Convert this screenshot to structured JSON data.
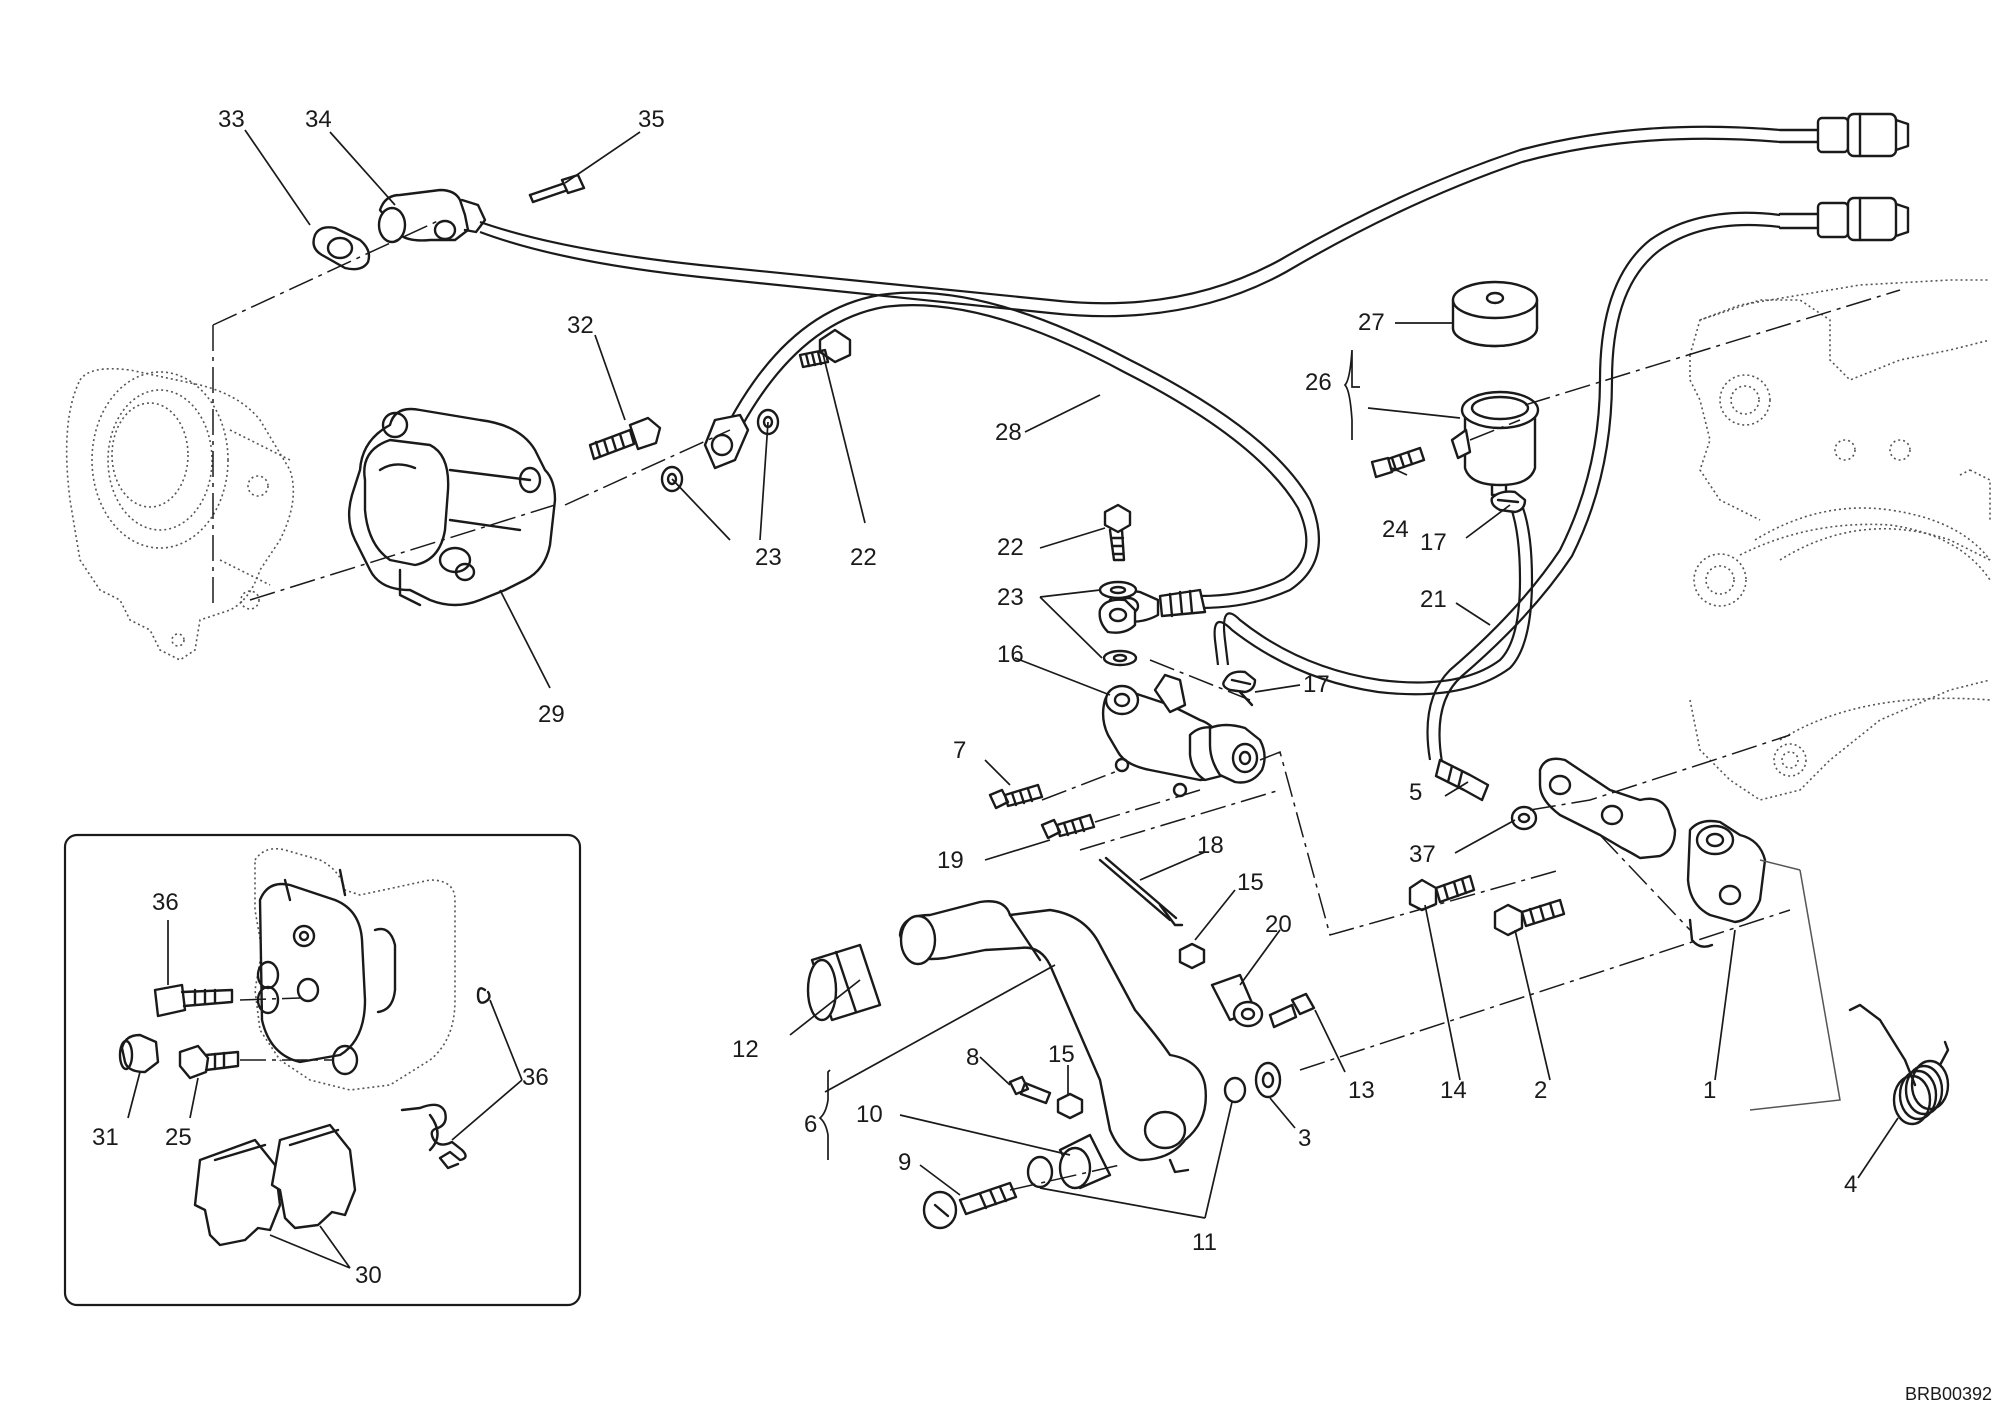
{
  "drawing_code": "BRB00392",
  "labels": {
    "n1": "1",
    "n2": "2",
    "n3": "3",
    "n4": "4",
    "n5": "5",
    "n6": "6",
    "n7": "7",
    "n8": "8",
    "n9": "9",
    "n10": "10",
    "n11": "11",
    "n12": "12",
    "n13": "13",
    "n14": "14",
    "n15a": "15",
    "n15b": "15",
    "n16": "16",
    "n17a": "17",
    "n17b": "17",
    "n18": "18",
    "n19": "19",
    "n20": "20",
    "n21": "21",
    "n22a": "22",
    "n22b": "22",
    "n23a": "23",
    "n23b": "23",
    "n24": "24",
    "n25": "25",
    "n26": "26",
    "n27": "27",
    "n28": "28",
    "n29": "29",
    "n30": "30",
    "n31": "31",
    "n32": "32",
    "n33": "33",
    "n34": "34",
    "n35": "35",
    "n36a": "36",
    "n36b": "36",
    "n37": "37"
  }
}
